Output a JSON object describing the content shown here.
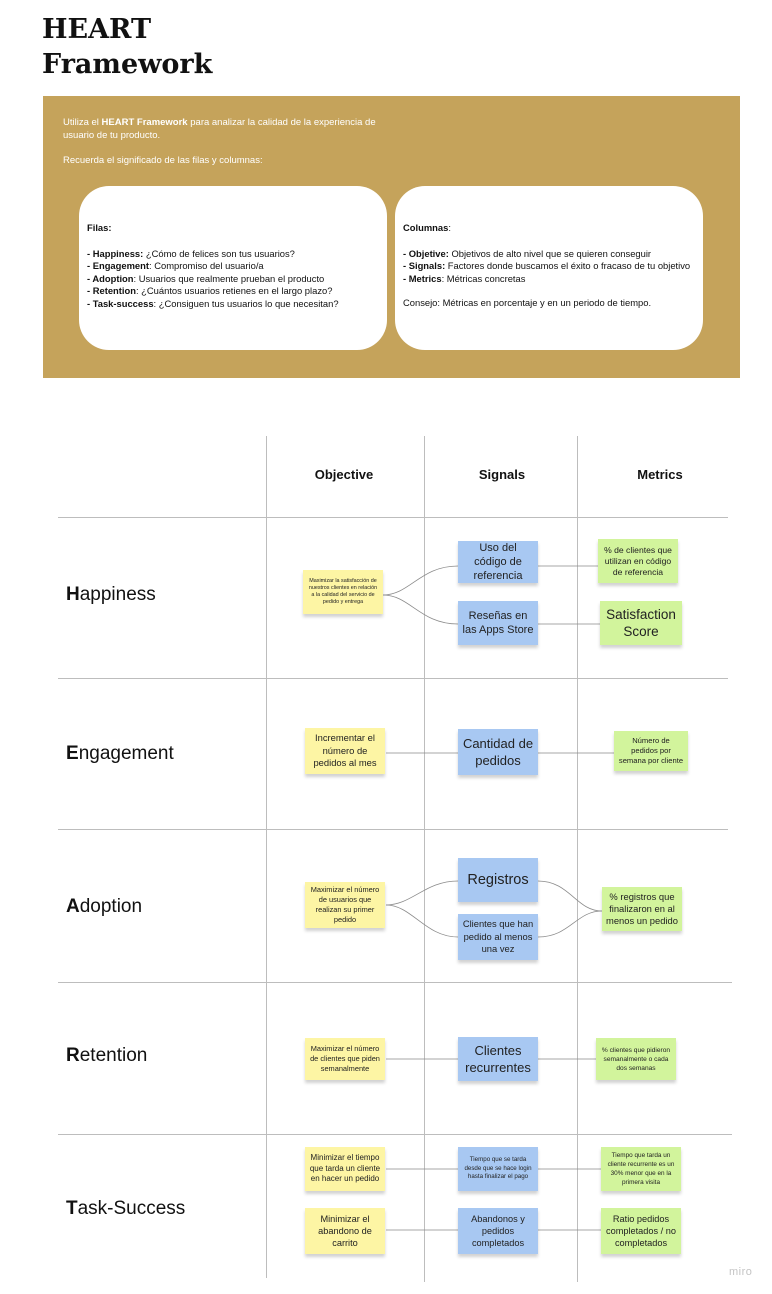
{
  "title": {
    "line1": "HEART",
    "line2": "Framework"
  },
  "intro": {
    "p1_pre": "Utiliza el ",
    "p1_bold": "HEART Framework",
    "p1_post": " para analizar la calidad de la experiencia de usuario de tu producto.",
    "p2": "Recuerda el significado de las filas y columnas:"
  },
  "filas": {
    "heading": "Filas:",
    "items": [
      {
        "term": "- Happiness:",
        "desc": " ¿Cómo de felices son tus usuarios?"
      },
      {
        "term": "- Engagement",
        "desc": ": Compromiso del usuario/a"
      },
      {
        "term": "- Adoption",
        "desc": ": Usuarios que realmente prueban el producto"
      },
      {
        "term": "- Retention",
        "desc": ": ¿Cuántos usuarios retienes en el largo plazo?"
      },
      {
        "term": "- Task-success",
        "desc": ": ¿Consiguen tus usuarios lo que necesitan?"
      }
    ]
  },
  "columnas": {
    "heading": "Columnas",
    "heading_suffix": ":",
    "items": [
      {
        "term": "- Objetive:",
        "desc": " Objetivos de alto nivel que se quieren conseguir"
      },
      {
        "term": "- Signals:",
        "desc": " Factores donde buscamos el éxito o fracaso de tu objetivo"
      },
      {
        "term": "- Metrics",
        "desc": ": Métricas concretas"
      }
    ],
    "tip": "Consejo: Métricas en porcentaje y en un periodo de tiempo."
  },
  "columns": {
    "objective": "Objective",
    "signals": "Signals",
    "metrics": "Metrics"
  },
  "rows": {
    "happiness": {
      "initial": "H",
      "rest": "appiness"
    },
    "engagement": {
      "initial": "E",
      "rest": "ngagement"
    },
    "adoption": {
      "initial": "A",
      "rest": "doption"
    },
    "retention": {
      "initial": "R",
      "rest": "etention"
    },
    "task": {
      "initial": "T",
      "rest": "ask-Success"
    }
  },
  "notes": {
    "h_obj": "Maximizar la satisfacción de nuestros clientes en relación a la calidad del servicio de pedido y entrega",
    "h_sig1": "Uso del código de referencia",
    "h_sig2": "Reseñas en las Apps Store",
    "h_met1": "% de clientes que utilizan en código de referencia",
    "h_met2": "Satisfaction Score",
    "e_obj": "Incrementar el número de pedidos al mes",
    "e_sig": "Cantidad de pedidos",
    "e_met": "Número de pedidos por semana por cliente",
    "a_obj": "Maximizar el número de usuarios que realizan su primer pedido",
    "a_sig1": "Registros",
    "a_sig2": "Clientes que han pedido al menos una vez",
    "a_met": "% registros que finalizaron en al menos un pedido",
    "r_obj": "Maximizar el número de clientes que piden semanalmente",
    "r_sig": "Clientes recurrentes",
    "r_met": "% clientes que pidieron semanalmente o cada dos semanas",
    "t_obj1": "Minimizar el tiempo que tarda un cliente en hacer un pedido",
    "t_sig1": "Tiempo que se tarda desde que se hace login hasta finalizar el pago",
    "t_met1": "Tiempo que tarda un cliente recurrente es un 30% menor que en la primera visita",
    "t_obj2": "Minimizar el abandono de carrito",
    "t_sig2": "Abandonos y pedidos completados",
    "t_met2": "Ratio pedidos completados / no completados"
  },
  "watermark": "miro",
  "colors": {
    "panel": "#c5a35b",
    "yellow": "#fdf5a4",
    "blue": "#a8c8f2",
    "green": "#d2f49c"
  }
}
